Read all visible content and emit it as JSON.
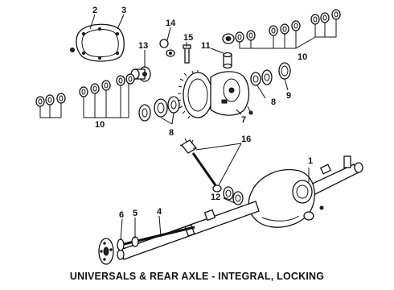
{
  "caption": "UNIVERSALS & REAR AXLE - INTEGRAL, LOCKING",
  "callouts": [
    {
      "id": "c1",
      "text": "1"
    },
    {
      "id": "c2",
      "text": "2"
    },
    {
      "id": "c3",
      "text": "3"
    },
    {
      "id": "c4",
      "text": "4"
    },
    {
      "id": "c5",
      "text": "5"
    },
    {
      "id": "c6",
      "text": "6"
    },
    {
      "id": "c7",
      "text": "7"
    },
    {
      "id": "c8a",
      "text": "8"
    },
    {
      "id": "c8b",
      "text": "8"
    },
    {
      "id": "c9",
      "text": "9"
    },
    {
      "id": "c10a",
      "text": "10"
    },
    {
      "id": "c10b",
      "text": "10"
    },
    {
      "id": "c11",
      "text": "11"
    },
    {
      "id": "c12",
      "text": "12"
    },
    {
      "id": "c13",
      "text": "13"
    },
    {
      "id": "c14",
      "text": "14"
    },
    {
      "id": "c15",
      "text": "15"
    },
    {
      "id": "c16",
      "text": "16"
    }
  ]
}
